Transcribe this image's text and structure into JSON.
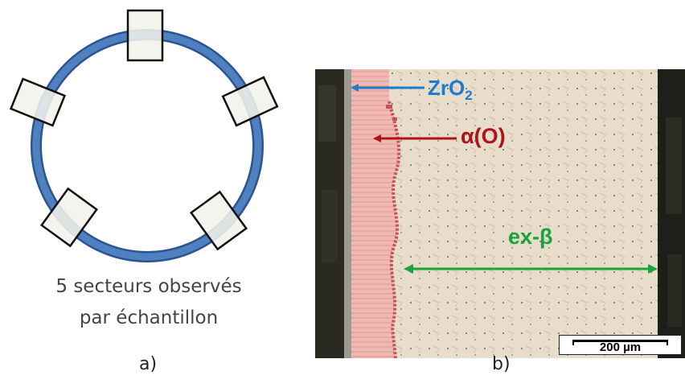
{
  "panel_a": {
    "caption_line1": "5 secteurs observés",
    "caption_line2": "par échantillon",
    "sublabel": "a)",
    "sectors": 5,
    "colors": {
      "ring": "#3f6fb0",
      "ring_dark": "#2c5590",
      "box_fill": "#f2f1ea",
      "box_stroke": "#111111"
    }
  },
  "panel_b": {
    "sublabel": "b)",
    "labels": {
      "zro2_base": "ZrO",
      "zro2_sub": "2",
      "alpha": "α(O)",
      "beta": "ex-β"
    },
    "scale_bar": "200 µm",
    "colors": {
      "zro2": "#1f7bd0",
      "alpha": "#b0121a",
      "beta": "#1aa33a",
      "matrix": "#e8dccb",
      "alpha_layer": "#f0b9b3",
      "mount": "#2a2a22"
    }
  }
}
